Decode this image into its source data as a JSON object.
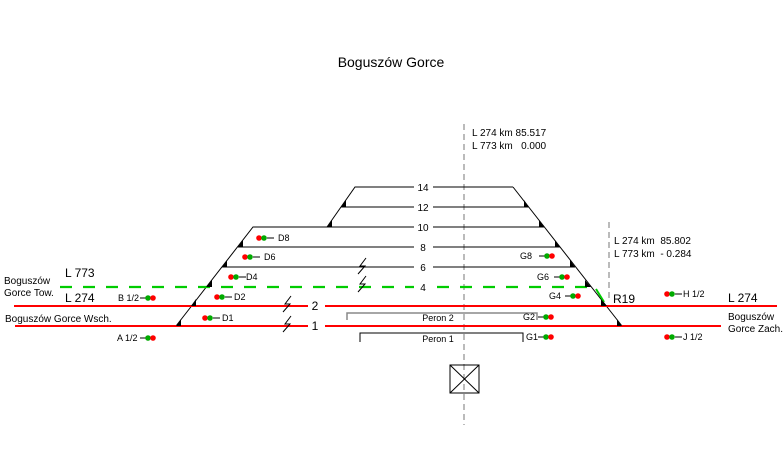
{
  "title": "Boguszów Gorce",
  "km_marks": {
    "axis_main": {
      "line1": "L 274 km 85.517",
      "line2": "L 773 km   0.000"
    },
    "axis_r19": {
      "line1": "L 274 km  85.802",
      "line2": "L 773 km  - 0.284"
    }
  },
  "lines": {
    "left_l773": "L 773",
    "left_l274": "L 274",
    "right_l274": "L 274"
  },
  "destinations": {
    "left_upper": [
      "Boguszów",
      "Gorce Tow."
    ],
    "left_lower": "Boguszów Gorce Wsch.",
    "right": [
      "Boguszów",
      "Gorce Zach."
    ]
  },
  "tracks": [
    "14",
    "12",
    "10",
    "8",
    "6",
    "4",
    "2",
    "1"
  ],
  "platforms": [
    "Peron 2",
    "Peron 1"
  ],
  "switch_label": "R19",
  "signals": {
    "D8": "D8",
    "D6": "D6",
    "D4": "D4",
    "D2": "D2",
    "D1": "D1",
    "B": "B 1/2",
    "A": "A 1/2",
    "G8": "G8",
    "G6": "G6",
    "G4": "G4",
    "G2": "G2",
    "G1": "G1",
    "H": "H 1/2",
    "J": "J 1/2"
  },
  "colors": {
    "main_track": "#ff0000",
    "l773_track": "#00cc00",
    "signal_red": "#ff0000",
    "signal_green": "#00aa00"
  }
}
